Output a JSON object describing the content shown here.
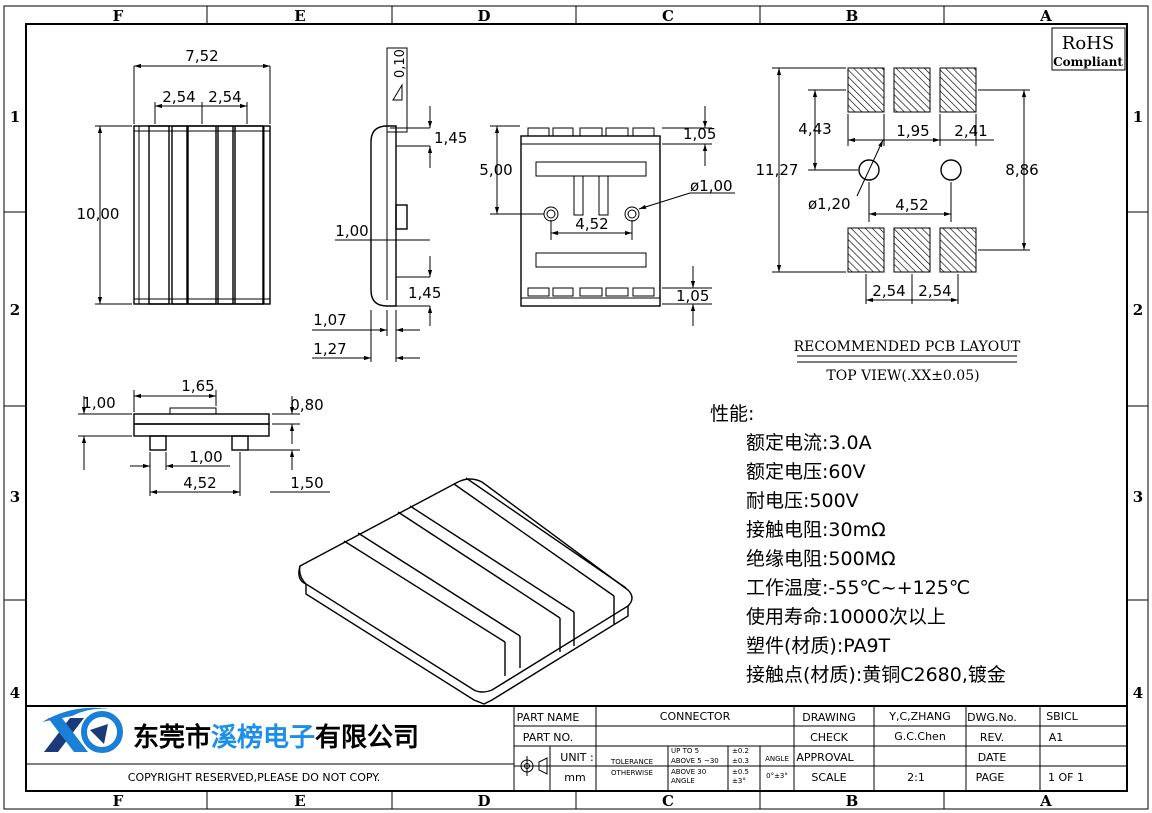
{
  "zones": {
    "columns": [
      "F",
      "E",
      "D",
      "C",
      "B",
      "A"
    ],
    "rows": [
      "1",
      "2",
      "3",
      "4"
    ]
  },
  "rohs": {
    "line1": "RoHS",
    "line2": "Compliant"
  },
  "front_view": {
    "width": "7,52",
    "pitch_a": "2,54",
    "pitch_b": "2,54",
    "height": "10,00"
  },
  "side_view": {
    "thickness": "0,10",
    "upper_gap": "1,45",
    "pin_length": "1,00",
    "lower_gap": "1,45",
    "inner": "1,07",
    "outer": "1,27"
  },
  "top_view": {
    "upper": "1,05",
    "height": "5,00",
    "hole": "ø1,00",
    "hole_pitch": "4,52",
    "lower": "1,05"
  },
  "pcb_layout": {
    "height_total": "11,27",
    "row_gap": "4,43",
    "pad_gap": "1,95",
    "pad_width": "2,41",
    "row_span": "8,86",
    "hole": "ø1,20",
    "hole_pitch": "4,52",
    "pitch_a": "2,54",
    "pitch_b": "2,54",
    "title": "RECOMMENDED PCB LAYOUT",
    "subtitle": "TOP VIEW(.XX±0.05)"
  },
  "end_view": {
    "left": "1,00",
    "width": "1,65",
    "right": "0,80",
    "pin": "1,00",
    "pitch": "4,52",
    "depth": "1,50"
  },
  "specs": {
    "heading": "性能:",
    "lines": [
      "额定电流:3.0A",
      "额定电压:60V",
      "耐电压:500V",
      "接触电阻:30mΩ",
      "绝缘电阻:500MΩ",
      "工作温度:-55℃~+125℃",
      "使用寿命:10000次以上",
      "塑件(材质):PA9T",
      "接触点(材质):黄铜C2680,镀金"
    ]
  },
  "company": {
    "name_a": "东莞市",
    "name_b": "溪榜电子",
    "name_c": "有限公司",
    "copyright": "COPYRIGHT RESERVED,PLEASE DO NOT COPY."
  },
  "title_block": {
    "part_name_label": "PART NAME",
    "part_name": "CONNECTOR",
    "part_no_label": "PART NO.",
    "unit_label": "UNIT :",
    "unit": "mm",
    "tolerance": "TOLERANCE",
    "otherwise": "OTHERWISE",
    "tol_rows": [
      {
        "range": "UP TO 5",
        "value": "±0.2"
      },
      {
        "range": "ABOVE 5 ~30",
        "value": "±0.3"
      },
      {
        "range": "ABOVE 30",
        "value": "±0.5"
      },
      {
        "range": "ANGLE",
        "value": "±3°"
      }
    ],
    "angle_label": "ANGLE",
    "angle_value": "0°±3°",
    "drawing_label": "DRAWING",
    "drawing": "Y,C,ZHANG",
    "check_label": "CHECK",
    "check": "G.C.Chen",
    "approval_label": "APPROVAL",
    "scale_label": "SCALE",
    "scale": "2:1",
    "dwg_label": "DWG.No.",
    "dwg": "SBICL",
    "rev_label": "REV.",
    "rev": "A1",
    "date_label": "DATE",
    "page_label": "PAGE",
    "page": "1 OF 1"
  },
  "colors": {
    "logo_blue": "#1a7fd6",
    "logo_dark": "#1b3a78",
    "accent_text": "#1e8fe8"
  }
}
